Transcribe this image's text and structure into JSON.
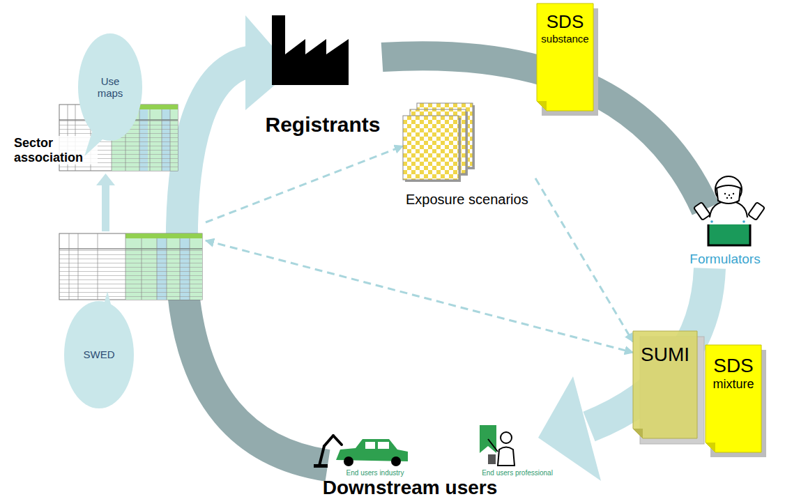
{
  "diagram": {
    "nodes": [
      {
        "text": [
          "Sector association"
        ]
      },
      {
        "text": [
          "Use maps"
        ]
      },
      {
        "text": [
          "SWED"
        ]
      },
      {
        "text": [
          "SDS",
          "substance"
        ]
      },
      {
        "text": [
          "Exposure scenarios"
        ]
      },
      {
        "text": [
          "SUMI"
        ]
      },
      {
        "text": [
          "SDS",
          "mixture"
        ]
      }
    ],
    "edges": [
      {
        "from": 0,
        "to": 4,
        "arrow": "to"
      },
      {
        "from": 4,
        "to": 5,
        "arrow": "to"
      },
      {
        "from": 0,
        "to": 5,
        "arrow": "both"
      }
    ],
    "labels": [
      "Registrants",
      "Formulators",
      "End users industry",
      "End users professional",
      "Downstream users"
    ]
  }
}
